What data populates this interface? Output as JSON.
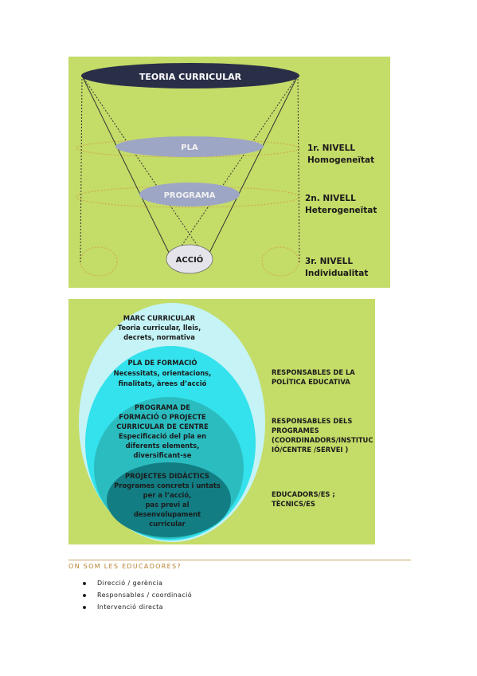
{
  "figure1": {
    "top": "TEORIA CURRICULAR",
    "pla": "PLA",
    "programa": "PROGRAMA",
    "accio": "ACCIÓ",
    "levels": [
      {
        "name": "1r. NIVELL",
        "desc": "Homogeneïtat"
      },
      {
        "name": "2n. NIVELL",
        "desc": "Heterogeneïtat"
      },
      {
        "name": "3r. NIVELL",
        "desc": "Individualitat"
      }
    ],
    "colors": {
      "background": "#c4dc68",
      "top_ellipse": "#2a2f48",
      "inner_ellipses": "#9ea6c6",
      "accio": "#e4e4ea"
    }
  },
  "figure2": {
    "circles": [
      {
        "lines": [
          "MARC CURRICULAR",
          "Teoria curricular, lleis,",
          "decrets, normativa"
        ]
      },
      {
        "lines": [
          "PLA DE FORMACIÓ",
          "Necessitats, orientacions,",
          "finalitats, àrees d’acció"
        ]
      },
      {
        "lines": [
          "PROGRAMA DE",
          "FORMACIÓ O PROJECTE",
          "CURRICULAR DE CENTRE",
          "Especificació del pla en",
          "diferents elements,",
          "diversificant-se"
        ]
      },
      {
        "lines": [
          "PROJECTES DIDÀCTICS",
          "Programes concrets i untats",
          "per a l’acció,",
          "pas previ al",
          "desenvolupament",
          "curricular"
        ]
      }
    ],
    "right": [
      {
        "lines": [
          "RESPONSABLES DE LA",
          "POLÍTICA EDUCATIVA"
        ]
      },
      {
        "lines": [
          "RESPONSABLES DELS",
          "PROGRAMES",
          "(COORDINADORS/INSTITUC",
          "IÓ/CENTRE /SERVEI )"
        ]
      },
      {
        "lines": [
          "EDUCADORS/ES ;",
          "TÈCNICS/ES"
        ]
      }
    ],
    "colors": {
      "background": "#c4dc68",
      "outer": "#c5f3f6",
      "second": "#33e2ec",
      "third": "#2bbcc0",
      "inner": "#127e84"
    }
  },
  "section": {
    "heading": "ON SOM LES EDUCADORES?",
    "items": [
      "Direcció / gerència",
      "Responsables / coordinació",
      "Intervenció directa"
    ]
  }
}
